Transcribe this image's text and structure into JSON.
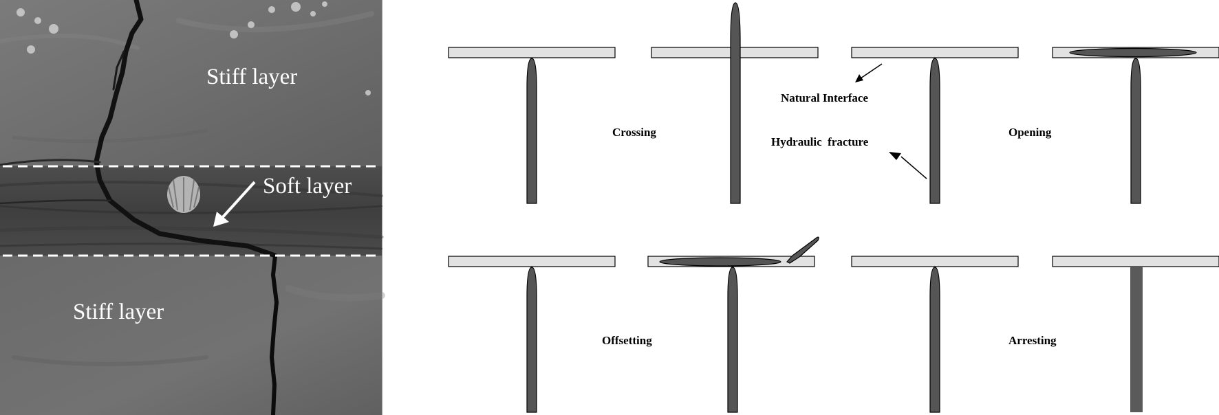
{
  "photo": {
    "labels": {
      "stiff_top": "Stiff layer",
      "soft": "Soft layer",
      "stiff_bottom": "Stiff layer"
    }
  },
  "diagram": {
    "labels": {
      "crossing": "Crossing",
      "natural_interface": "Natural Interface",
      "hydraulic_fracture": "Hydraulic  fracture",
      "opening": "Opening",
      "offsetting": "Offsetting",
      "arresting": "Arresting"
    },
    "colors": {
      "interface_fill": "#e2e2e2",
      "fracture_fill": "#555555",
      "arrest_fill": "#5a5a5a"
    }
  }
}
